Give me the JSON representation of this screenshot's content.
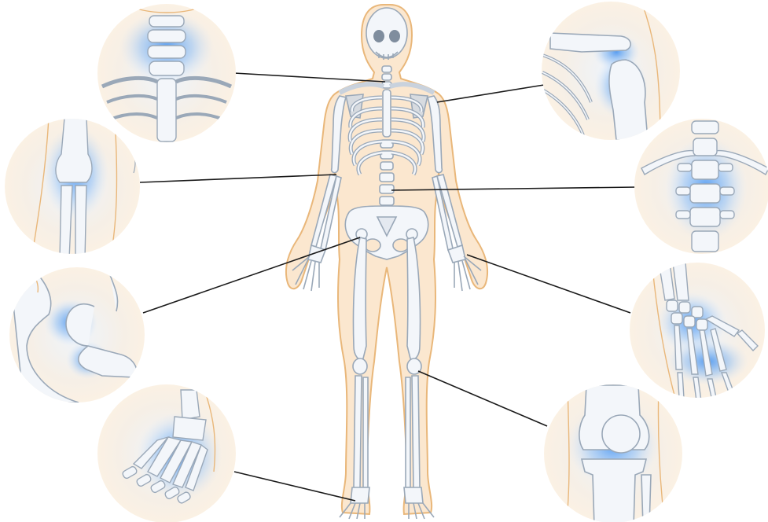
{
  "figure": {
    "background": "#ffffff",
    "colors": {
      "skin_fill": "#fbe7cf",
      "skin_stroke": "#e9b77a",
      "bone_fill": "#f3f6fa",
      "bone_stroke": "#9aa8b8",
      "highlight_blue": "#3d8ef0",
      "leader_line": "#1a1a1a",
      "inset_bg": "#fbf1e4"
    },
    "insets": [
      {
        "joint": "neck-vertebrae",
        "icon": "cervical-spine-icon"
      },
      {
        "joint": "elbow",
        "icon": "elbow-joint-icon"
      },
      {
        "joint": "hip",
        "icon": "hip-joint-icon"
      },
      {
        "joint": "foot",
        "icon": "foot-bones-icon"
      },
      {
        "joint": "shoulder",
        "icon": "shoulder-joint-icon"
      },
      {
        "joint": "lumbar-spine",
        "icon": "lumbar-spine-icon"
      },
      {
        "joint": "wrist-hand",
        "icon": "hand-bones-icon"
      },
      {
        "joint": "knee",
        "icon": "knee-joint-icon"
      }
    ]
  }
}
